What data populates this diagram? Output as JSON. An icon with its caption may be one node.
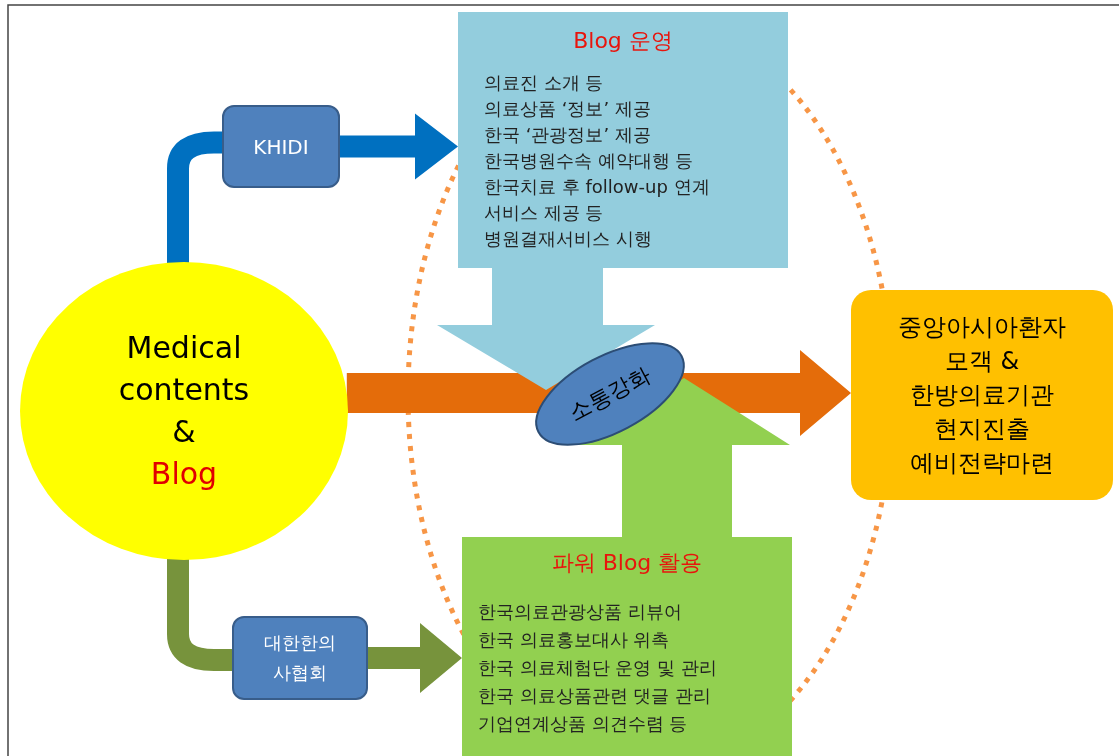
{
  "diagram": {
    "nodes": [
      {
        "text": [
          "Medical contents &",
          "Blog"
        ]
      },
      {
        "text": [
          "KHIDI"
        ]
      },
      {
        "text": [
          "대한한의사협회"
        ]
      },
      {
        "text": [
          "Blog 운영",
          "의료진 소개 등",
          "의료상품 ‘정보’ 제공",
          "한국 ‘관광정보’ 제공",
          "한국병원수속 예약대행 등",
          "한국치료 후 follow-up 연계",
          "서비스 제공 등",
          "병원결재서비스 시행"
        ]
      },
      {
        "text": [
          "파워 Blog 활용",
          "한국의료관광상품 리뷰어",
          "한국 의료홍보대사 위촉",
          "한국 의료체험단 운영 및 관리",
          "한국 의료상품관련 댓글 관리",
          "기업연계상품 의견수렴 등"
        ]
      },
      {
        "text": [
          "소통강화"
        ]
      },
      {
        "text": [
          "중앙아시아환자 모객 & 한방의료기관 현지진출 예비전략마련"
        ]
      }
    ],
    "edges": [
      {
        "from": 0,
        "to": 1,
        "arrow": "none",
        "color": "#0070c0"
      },
      {
        "from": 1,
        "to": 3,
        "arrow": "to",
        "color": "#0070c0"
      },
      {
        "from": 0,
        "to": 2,
        "arrow": "none",
        "color": "#77933c"
      },
      {
        "from": 2,
        "to": 4,
        "arrow": "to",
        "color": "#77933c"
      },
      {
        "from": 0,
        "to": 6,
        "arrow": "to",
        "color": "#e46c0a"
      }
    ]
  }
}
